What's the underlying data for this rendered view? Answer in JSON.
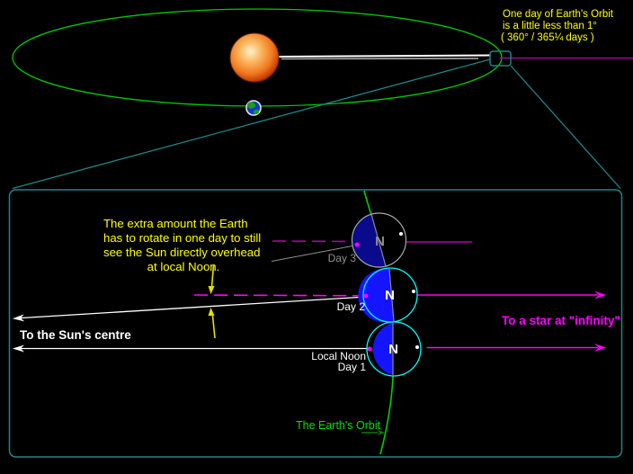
{
  "top": {
    "caption_lines": [
      "One day of Earth's Orbit",
      "is a little less than 1°",
      "( 360° / 365¼ days )"
    ]
  },
  "panel": {
    "explanation_lines": [
      "The extra amount the Earth",
      "has to rotate in one day to still",
      "see the Sun directly overhead",
      "at local Noon."
    ],
    "sun_direction_label": "To the Sun's centre",
    "star_direction_label": "To a star at \"infinity\"",
    "orbit_label": "The Earth's Orbit",
    "north_pole_label": "N",
    "day3_label": "Day 3",
    "day2_label": "Day 2",
    "day1_label_line1": "Local Noon",
    "day1_label_line2": "Day 1"
  },
  "colors": {
    "background": "#000000",
    "orbit_green": "#00C800",
    "label_green": "#00E000",
    "dark_green_arrow": "#008000",
    "teal_callout": "#1E8585",
    "yellow_text": "#FFFF00",
    "bright_magenta": "#FF00FF",
    "dark_magenta": "#B000B0",
    "day_blue_fill": "#1414FF",
    "night_navy_fill": "#0A0A8C",
    "cyan_outline": "#00FFFF",
    "gray": "#9A9A9A",
    "white": "#FFFFFF",
    "sun_orange": "#F7912C"
  }
}
